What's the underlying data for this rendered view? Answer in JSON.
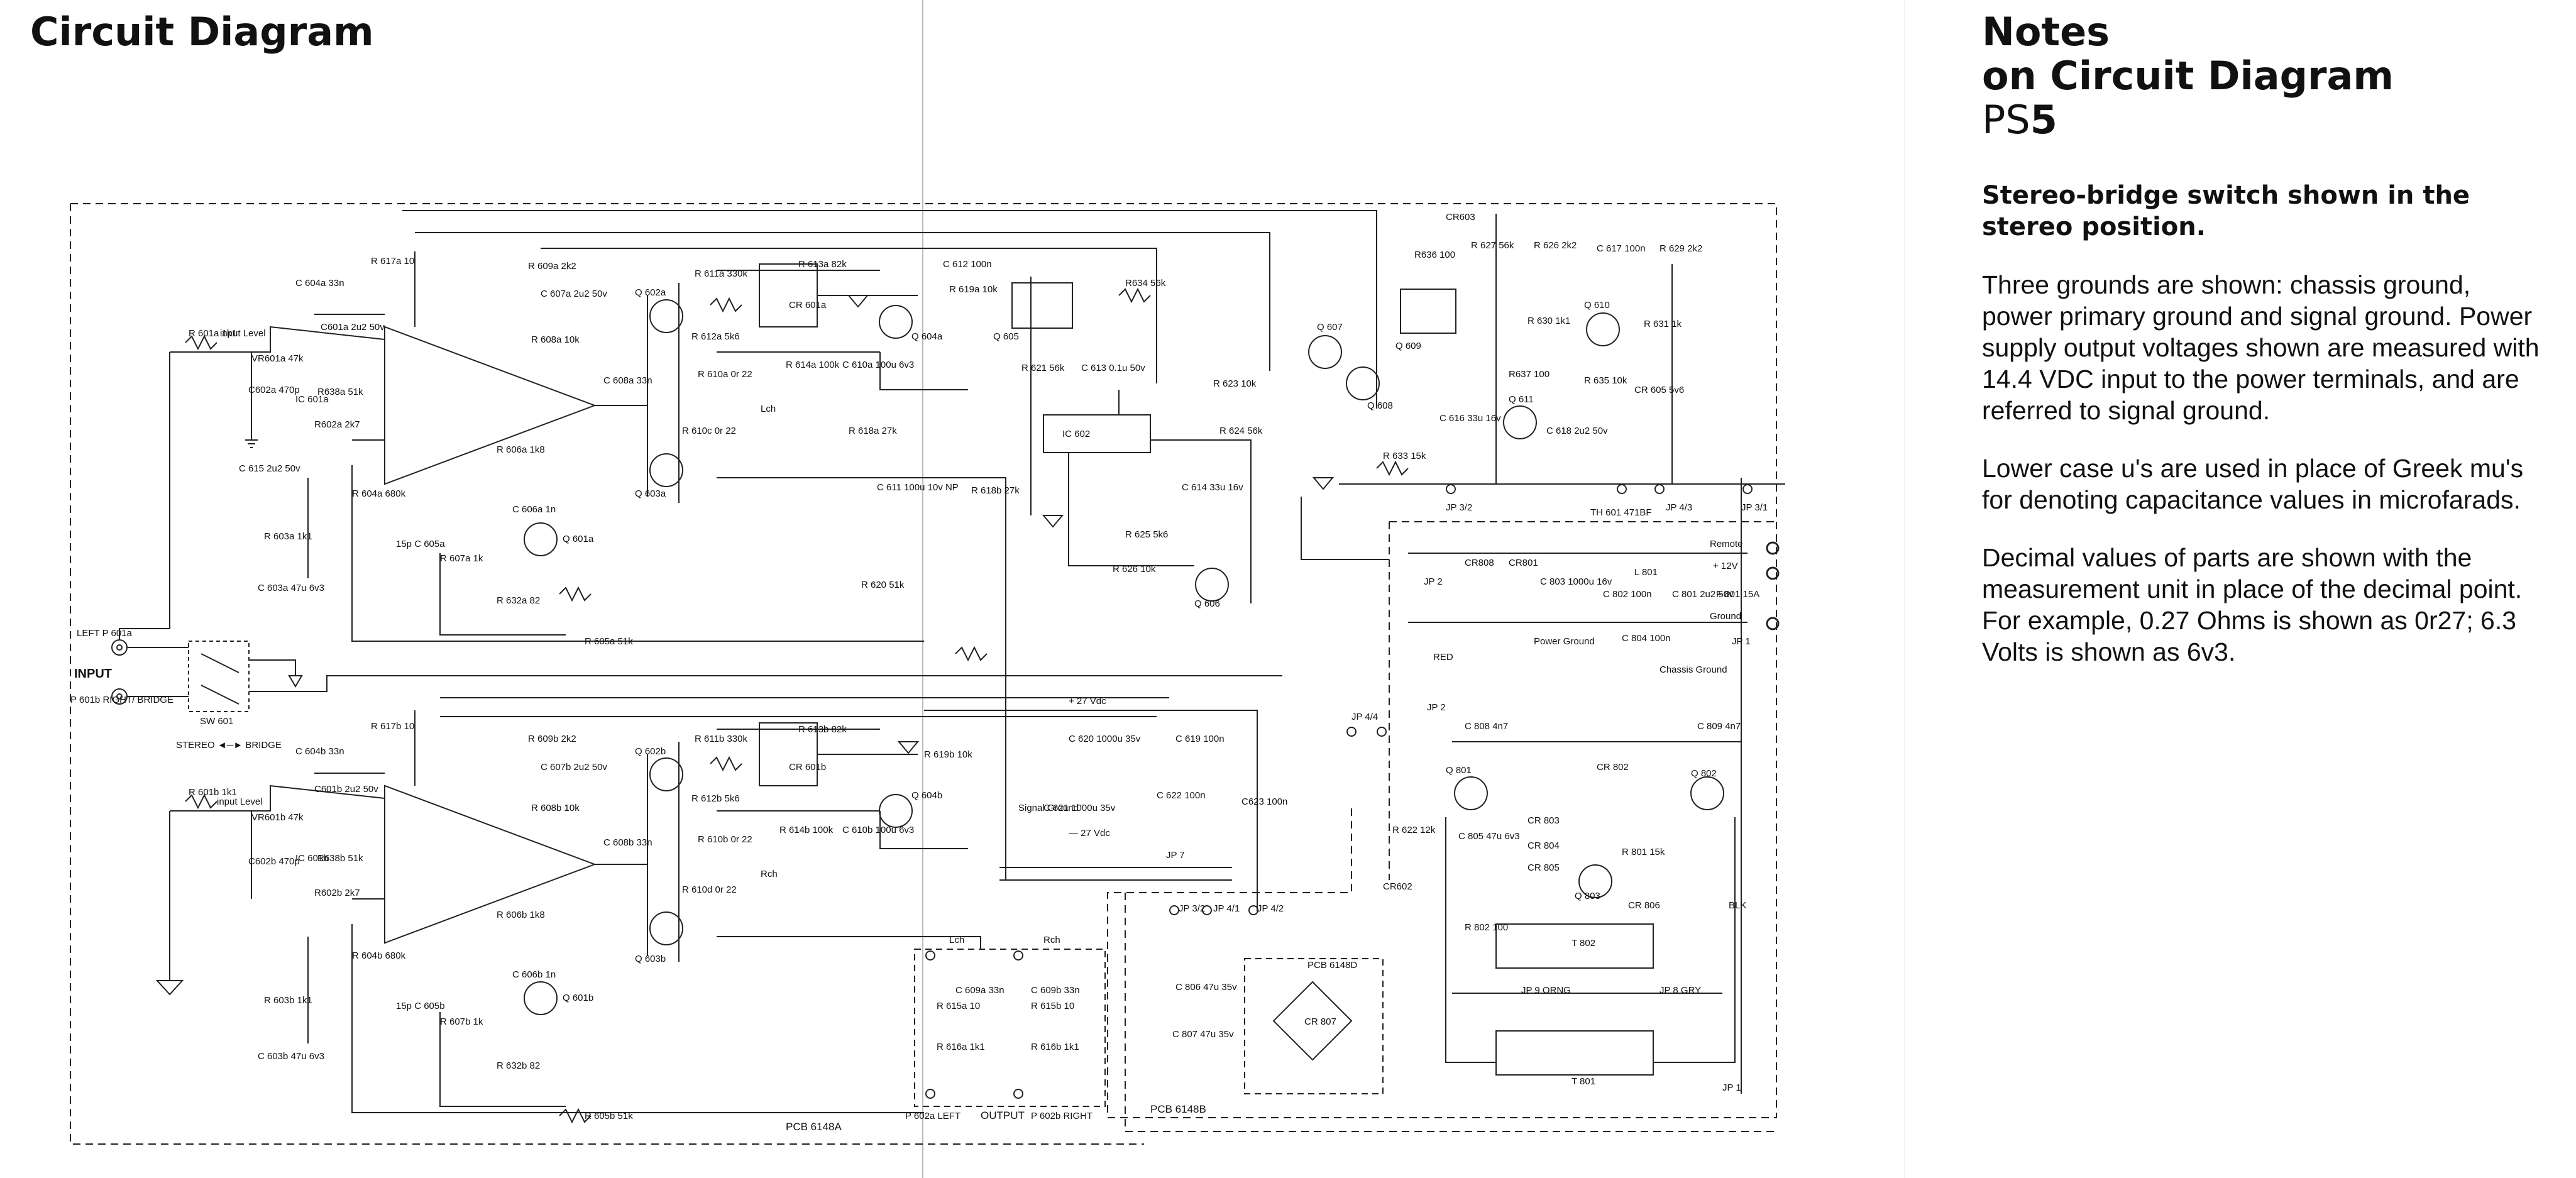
{
  "left_page": {
    "title": "Circuit Diagram"
  },
  "right_page": {
    "title_lines": [
      "Notes",
      "on Circuit Diagram"
    ],
    "model_prefix": "PS",
    "model_number": "5",
    "subheading": "Stereo-bridge switch shown in the stereo position.",
    "paragraphs": [
      "Three grounds are shown: chassis ground, power primary ground and signal ground. Power supply output voltages shown are measured with 14.4 VDC input to the power terminals, and are referred to signal ground.",
      "Lower case u's are used in place of Greek mu's for denoting capacitance values in microfarads.",
      "Decimal values of parts are shown with the measurement unit in place of the decimal point. For example, 0.27 Ohms is shown as 0r27; 6.3 Volts is shown as 6v3."
    ]
  },
  "schematic": {
    "input": {
      "title": "INPUT",
      "left": "LEFT P 601a",
      "right": "P 601b RIGHT/ BRIDGE",
      "switch": "SW 601",
      "switch_modes": "STEREO ◄─► BRIDGE"
    },
    "pcb_labels": {
      "a": "PCB 6148A",
      "b": "PCB 6148B",
      "d": "PCB 6148D"
    },
    "output": {
      "title": "OUTPUT",
      "lch": "Lch",
      "rch": "Rch",
      "left": "P 602a LEFT",
      "right": "P 602b RIGHT"
    },
    "channel_a": [
      {
        "id": "ic601a",
        "text": "IC 601a"
      },
      {
        "id": "r601a",
        "text": "R 601a 1k1"
      },
      {
        "id": "vr601a",
        "text": "VR601a 47k"
      },
      {
        "id": "inlevel-a",
        "text": "input Level"
      },
      {
        "id": "c604a",
        "text": "C 604a 33n"
      },
      {
        "id": "c601a",
        "text": "C601a 2u2 50v"
      },
      {
        "id": "c602a",
        "text": "C602a 470p"
      },
      {
        "id": "r638a",
        "text": "R638a 51k"
      },
      {
        "id": "r602a",
        "text": "R602a 2k7"
      },
      {
        "id": "r617a",
        "text": "R 617a 10"
      },
      {
        "id": "c615",
        "text": "C 615 2u2 50v"
      },
      {
        "id": "r604a",
        "text": "R 604a 680k"
      },
      {
        "id": "c605a",
        "text": "15p C 605a"
      },
      {
        "id": "r603a",
        "text": "R 603a 1k1"
      },
      {
        "id": "c603a",
        "text": "C 603a 47u 6v3"
      },
      {
        "id": "r609a",
        "text": "R 609a 2k2"
      },
      {
        "id": "c607a",
        "text": "C 607a 2u2 50v"
      },
      {
        "id": "r608a",
        "text": "R 608a 10k"
      },
      {
        "id": "c608a",
        "text": "C 608a 33n"
      },
      {
        "id": "q602a",
        "text": "Q 602a"
      },
      {
        "id": "q603a",
        "text": "Q 603a"
      },
      {
        "id": "q601a",
        "text": "Q 601a"
      },
      {
        "id": "r611a",
        "text": "R 611a 330k"
      },
      {
        "id": "r612a",
        "text": "R 612a 5k6"
      },
      {
        "id": "r610a",
        "text": "R 610a 0r 22"
      },
      {
        "id": "r610c",
        "text": "R 610c 0r 22"
      },
      {
        "id": "r606a",
        "text": "R 606a 1k8"
      },
      {
        "id": "c606a",
        "text": "C 606a 1n"
      },
      {
        "id": "r607a",
        "text": "R 607a 1k"
      },
      {
        "id": "r632a",
        "text": "R 632a 82"
      },
      {
        "id": "r613a",
        "text": "R 613a 82k"
      },
      {
        "id": "cr601a",
        "text": "CR 601a"
      },
      {
        "id": "r614a",
        "text": "R 614a 100k"
      },
      {
        "id": "c610a",
        "text": "C 610a 100u 6v3"
      },
      {
        "id": "lch-a",
        "text": "Lch"
      },
      {
        "id": "q604a",
        "text": "Q 604a"
      },
      {
        "id": "r619a",
        "text": "R 619a 10k"
      },
      {
        "id": "r618a",
        "text": "R 618a 27k"
      },
      {
        "id": "r618b",
        "text": "R 618b 27k"
      },
      {
        "id": "c611",
        "text": "C 611 100u 10v NP"
      },
      {
        "id": "r620",
        "text": "R 620 51k"
      },
      {
        "id": "r605a",
        "text": "R 605a 51k"
      }
    ],
    "channel_b": [
      {
        "id": "ic601b",
        "text": "IC 601b"
      },
      {
        "id": "r601b",
        "text": "R 601b 1k1"
      },
      {
        "id": "vr601b",
        "text": "VR601b 47k"
      },
      {
        "id": "inlevel-b",
        "text": "input Level"
      },
      {
        "id": "c604b",
        "text": "C 604b 33n"
      },
      {
        "id": "c601b",
        "text": "C601b 2u2 50v"
      },
      {
        "id": "c602b",
        "text": "C602b 470p"
      },
      {
        "id": "r638b",
        "text": "R638b 51k"
      },
      {
        "id": "r602b",
        "text": "R602b 2k7"
      },
      {
        "id": "r617b",
        "text": "R 617b 10"
      },
      {
        "id": "r604b",
        "text": "R 604b 680k"
      },
      {
        "id": "c605b",
        "text": "15p C 605b"
      },
      {
        "id": "r603b",
        "text": "R 603b 1k1"
      },
      {
        "id": "c603b",
        "text": "C 603b 47u 6v3"
      },
      {
        "id": "r609b",
        "text": "R 609b 2k2"
      },
      {
        "id": "c607b",
        "text": "C 607b 2u2 50v"
      },
      {
        "id": "r608b",
        "text": "R 608b 10k"
      },
      {
        "id": "c608b",
        "text": "C 608b 33n"
      },
      {
        "id": "q602b",
        "text": "Q 602b"
      },
      {
        "id": "q603b",
        "text": "Q 603b"
      },
      {
        "id": "q601b",
        "text": "Q 601b"
      },
      {
        "id": "r611b",
        "text": "R 611b 330k"
      },
      {
        "id": "r612b",
        "text": "R 612b 5k6"
      },
      {
        "id": "r610b",
        "text": "R 610b 0r 22"
      },
      {
        "id": "r610d",
        "text": "R 610d 0r 22"
      },
      {
        "id": "r606b",
        "text": "R 606b 1k8"
      },
      {
        "id": "c606b",
        "text": "C 606b 1n"
      },
      {
        "id": "r607b",
        "text": "R 607b 1k"
      },
      {
        "id": "r632b",
        "text": "R 632b 82"
      },
      {
        "id": "r613b",
        "text": "R 613b 82k"
      },
      {
        "id": "cr601b",
        "text": "CR 601b"
      },
      {
        "id": "r614b",
        "text": "R 614b 100k"
      },
      {
        "id": "c610b",
        "text": "C 610b 100u 6v3"
      },
      {
        "id": "rch-b",
        "text": "Rch"
      },
      {
        "id": "q604b",
        "text": "Q 604b"
      },
      {
        "id": "r619b",
        "text": "R 619b 10k"
      },
      {
        "id": "r605b",
        "text": "R 605b 51k"
      }
    ],
    "output_parts": [
      {
        "id": "c609a",
        "text": "C 609a 33n"
      },
      {
        "id": "c609b",
        "text": "C 609b 33n"
      },
      {
        "id": "r615a",
        "text": "R 615a 10"
      },
      {
        "id": "r615b",
        "text": "R 615b 10"
      },
      {
        "id": "r616a",
        "text": "R 616a 1k1"
      },
      {
        "id": "r616b",
        "text": "R 616b 1k1"
      }
    ],
    "center_parts": [
      {
        "id": "c612",
        "text": "C 612 100n"
      },
      {
        "id": "q605",
        "text": "Q 605"
      },
      {
        "id": "r634",
        "text": "R634 56k"
      },
      {
        "id": "c613",
        "text": "C 613 0.1u 50v"
      },
      {
        "id": "r621",
        "text": "R 621 56k"
      },
      {
        "id": "ic602",
        "text": "IC 602"
      },
      {
        "id": "r623",
        "text": "R 623 10k"
      },
      {
        "id": "r624",
        "text": "R 624 56k"
      },
      {
        "id": "c614",
        "text": "C 614 33u 16v"
      },
      {
        "id": "r625",
        "text": "R 625 5k6"
      },
      {
        "id": "r626",
        "text": "R 626 10k"
      },
      {
        "id": "q606",
        "text": "Q 606"
      },
      {
        "id": "v27",
        "text": "+ 27 Vdc"
      },
      {
        "id": "vm27",
        "text": "— 27 Vdc"
      },
      {
        "id": "c620",
        "text": "C 620 1000u 35v"
      },
      {
        "id": "c619",
        "text": "C 619 100n"
      },
      {
        "id": "c621",
        "text": "C 621 1000u 35v"
      },
      {
        "id": "c622",
        "text": "C 622 100n"
      },
      {
        "id": "c623",
        "text": "C623 100n"
      },
      {
        "id": "sig-gnd",
        "text": "Signal Ground"
      }
    ],
    "supply_parts": [
      {
        "id": "q607",
        "text": "Q 607"
      },
      {
        "id": "q608",
        "text": "Q 608"
      },
      {
        "id": "q609",
        "text": "Q 609"
      },
      {
        "id": "cr603",
        "text": "CR603"
      },
      {
        "id": "r636",
        "text": "R636 100"
      },
      {
        "id": "r627",
        "text": "R 627 56k"
      },
      {
        "id": "r626s",
        "text": "R 626 2k2"
      },
      {
        "id": "c617",
        "text": "C 617 100n"
      },
      {
        "id": "r629",
        "text": "R 629 2k2"
      },
      {
        "id": "r630",
        "text": "R 630 1k1"
      },
      {
        "id": "q610",
        "text": "Q 610"
      },
      {
        "id": "r631",
        "text": "R 631 1k"
      },
      {
        "id": "r637",
        "text": "R637 100"
      },
      {
        "id": "q611",
        "text": "Q 611"
      },
      {
        "id": "r635",
        "text": "R 635 10k"
      },
      {
        "id": "cr605",
        "text": "CR 605 5v6"
      },
      {
        "id": "c616",
        "text": "C 616 33u 16v"
      },
      {
        "id": "c618",
        "text": "C 618 2u2 50v"
      },
      {
        "id": "r633",
        "text": "R 633 15k"
      },
      {
        "id": "th601",
        "text": "TH 601 471BF"
      },
      {
        "id": "jp32",
        "text": "JP 3/2"
      },
      {
        "id": "jp43",
        "text": "JP 4/3"
      },
      {
        "id": "jp31",
        "text": "JP 3/1"
      },
      {
        "id": "remote",
        "text": "Remote"
      },
      {
        "id": "plus12",
        "text": "+ 12V"
      },
      {
        "id": "ground",
        "text": "Ground"
      },
      {
        "id": "jp2a",
        "text": "JP 2"
      },
      {
        "id": "cr808",
        "text": "CR808"
      },
      {
        "id": "cr801",
        "text": "CR801"
      },
      {
        "id": "c803",
        "text": "C 803 1000u 16v"
      },
      {
        "id": "c802",
        "text": "C 802 100n"
      },
      {
        "id": "l801",
        "text": "L 801"
      },
      {
        "id": "c801",
        "text": "C 801 2u2 50v"
      },
      {
        "id": "f801",
        "text": "F 801 15A"
      },
      {
        "id": "pgnd",
        "text": "Power Ground"
      },
      {
        "id": "c804",
        "text": "C 804 100n"
      },
      {
        "id": "cgnd",
        "text": "Chassis Ground"
      },
      {
        "id": "jp1a",
        "text": "JP 1"
      },
      {
        "id": "red",
        "text": "RED"
      },
      {
        "id": "jp2b",
        "text": "JP 2"
      },
      {
        "id": "jp44",
        "text": "JP 4/4"
      },
      {
        "id": "c808",
        "text": "C 808 4n7"
      },
      {
        "id": "q801",
        "text": "Q 801"
      },
      {
        "id": "cr802",
        "text": "CR 802"
      },
      {
        "id": "c809",
        "text": "C 809 4n7"
      },
      {
        "id": "q802",
        "text": "Q 802"
      },
      {
        "id": "r622",
        "text": "R 622 12k"
      },
      {
        "id": "cr602",
        "text": "CR602"
      },
      {
        "id": "c805",
        "text": "C 805 47u 6v3"
      },
      {
        "id": "cr803",
        "text": "CR 803"
      },
      {
        "id": "cr804",
        "text": "CR 804"
      },
      {
        "id": "cr805",
        "text": "CR 805"
      },
      {
        "id": "r801",
        "text": "R 801 15k"
      },
      {
        "id": "q803",
        "text": "Q 803"
      },
      {
        "id": "cr806",
        "text": "CR 806"
      },
      {
        "id": "blk",
        "text": "BLK"
      },
      {
        "id": "r802",
        "text": "R 802 100"
      },
      {
        "id": "t802",
        "text": "T 802"
      },
      {
        "id": "jp7",
        "text": "JP 7"
      },
      {
        "id": "jp32b",
        "text": "JP 3/2"
      },
      {
        "id": "jp41",
        "text": "JP 4/1"
      },
      {
        "id": "jp42",
        "text": "JP 4/2"
      },
      {
        "id": "c806",
        "text": "C 806 47u 35v"
      },
      {
        "id": "c807",
        "text": "C 807 47u 35v"
      },
      {
        "id": "cr807",
        "text": "CR 807"
      },
      {
        "id": "jp9",
        "text": "JP 9 ORNG"
      },
      {
        "id": "jp8",
        "text": "JP 8 GRY"
      },
      {
        "id": "t801",
        "text": "T 801"
      },
      {
        "id": "jp1b",
        "text": "JP 1"
      }
    ]
  }
}
